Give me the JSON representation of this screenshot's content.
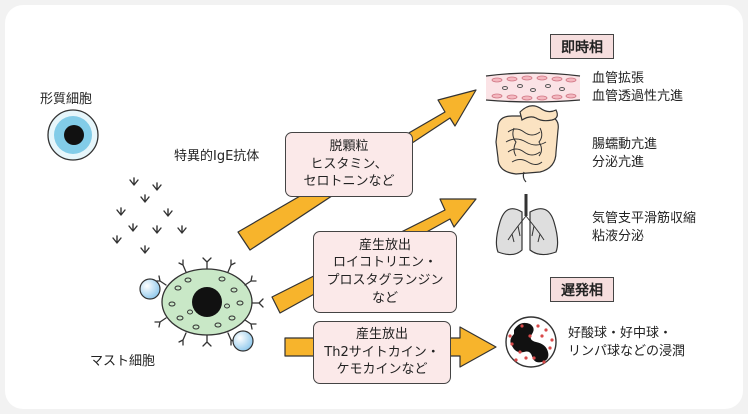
{
  "labels": {
    "plasma_cell": "形質細胞",
    "specific_ige": "特異的IgE抗体",
    "mast_cell": "マスト細胞"
  },
  "headers": {
    "immediate": "即時相",
    "late": "遅発相"
  },
  "mediator_boxes": [
    {
      "lines": [
        "脱顆粒",
        "ヒスタミン、",
        "セロトニンなど"
      ]
    },
    {
      "lines": [
        "産生放出",
        "ロイコトリエン・",
        "プロスタグランジン",
        "など"
      ]
    },
    {
      "lines": [
        "産生放出",
        "Th2サイトカイン・",
        "ケモカインなど"
      ]
    }
  ],
  "effects": {
    "vessel": [
      "血管拡張",
      "血管透過性亢進"
    ],
    "intestine": [
      "腸蠕動亢進",
      "分泌亢進"
    ],
    "lung": [
      "気管支平滑筋収縮",
      "粘液分泌"
    ],
    "leukocyte": [
      "好酸球・好中球・",
      "リンパ球などの浸潤"
    ]
  },
  "colors": {
    "arrow": "#f7b42c",
    "cell_cyan": "#82cce8",
    "mast_cell_fill": "#c9e8c7",
    "box_fill": "#fbe9e9",
    "antibody_blue": "#a5d3ef"
  },
  "icons": [
    "blood-vessel-icon",
    "intestine-icon",
    "lungs-icon",
    "leukocyte-icon",
    "antibody-icon"
  ]
}
